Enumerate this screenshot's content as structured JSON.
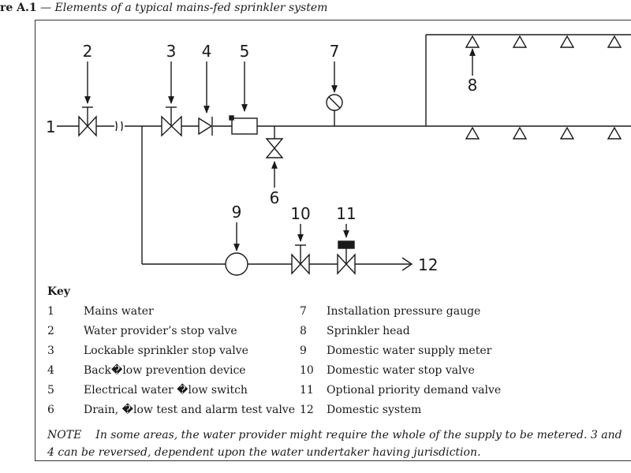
{
  "figure": {
    "number": "re A.1",
    "caption": " — Elements of a typical mains-fed sprinkler system"
  },
  "diagram": {
    "labels": {
      "l1": "1",
      "l2": "2",
      "l3": "3",
      "l4": "4",
      "l5": "5",
      "l6": "6",
      "l7": "7",
      "l8": "8",
      "l9": "9",
      "l10": "10",
      "l11": "11",
      "l12": "12"
    }
  },
  "key": {
    "heading": "Key",
    "left": [
      {
        "num": "1",
        "text": "Mains water"
      },
      {
        "num": "2",
        "text": "Water provider’s stop valve"
      },
      {
        "num": "3",
        "text": "Lockable sprinkler stop valve"
      },
      {
        "num": "4",
        "text": "Back�low prevention device"
      },
      {
        "num": "5",
        "text": "Electrical water �low switch"
      },
      {
        "num": "6",
        "text": "Drain, �low test and alarm test valve"
      }
    ],
    "right": [
      {
        "num": "7",
        "text": "Installation pressure gauge"
      },
      {
        "num": "8",
        "text": "Sprinkler head"
      },
      {
        "num": "9",
        "text": "Domestic water supply meter"
      },
      {
        "num": "10",
        "text": "Domestic water stop valve"
      },
      {
        "num": "11",
        "text": "Optional priority demand valve"
      },
      {
        "num": "12",
        "text": "Domestic system"
      }
    ]
  },
  "note": {
    "label": "NOTE",
    "text": "In some areas, the water provider might require the whole of the supply to be metered. 3 and 4 can be reversed, dependent upon the water undertaker having jurisdiction."
  }
}
